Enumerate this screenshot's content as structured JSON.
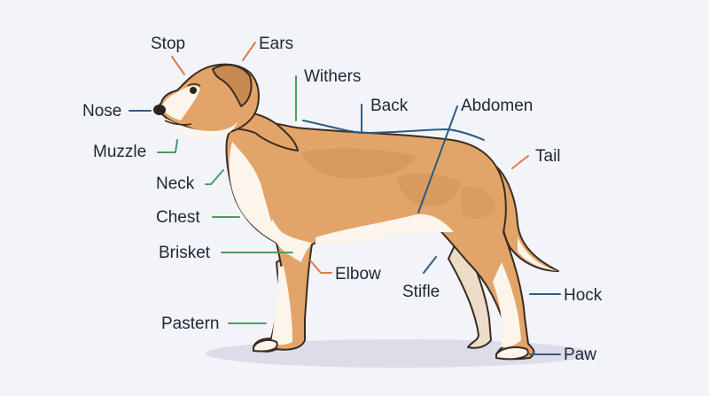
{
  "diagram": {
    "colors": {
      "background": "#f3f4f9",
      "coat": "#e2a468",
      "coat_shade": "#cf8f55",
      "white_marking": "#fbf5ec",
      "outline": "#3a2c22",
      "shadow": "#dcdde8",
      "leader_blue": "#2e5a87",
      "leader_green": "#4f9a61",
      "leader_orange": "#df7a4a"
    },
    "labels": {
      "stop": "Stop",
      "ears": "Ears",
      "withers": "Withers",
      "nose": "Nose",
      "back": "Back",
      "abdomen": "Abdomen",
      "muzzle": "Muzzle",
      "tail": "Tail",
      "neck": "Neck",
      "chest": "Chest",
      "brisket": "Brisket",
      "elbow": "Elbow",
      "stifle": "Stifle",
      "hock": "Hock",
      "pastern": "Pastern",
      "paw": "Paw"
    }
  }
}
